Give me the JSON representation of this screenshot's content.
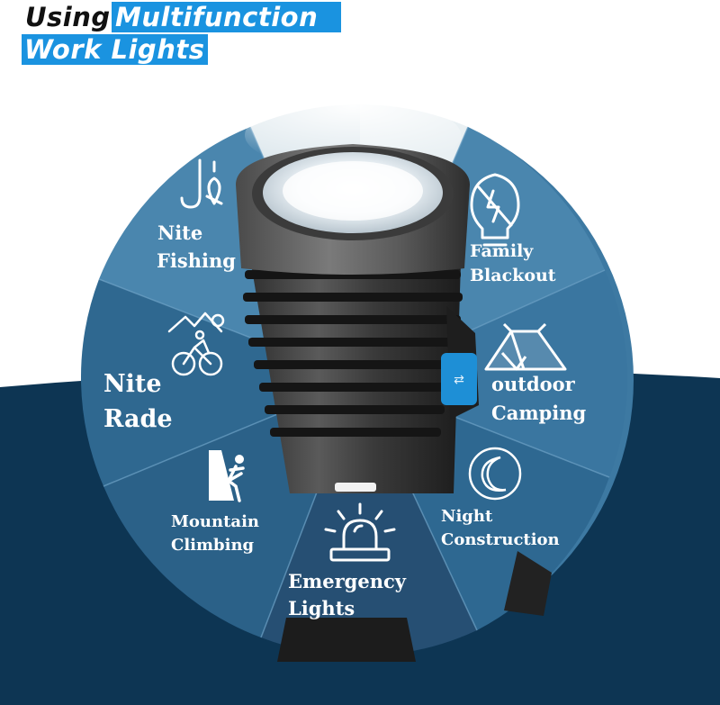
{
  "header": {
    "title_part1": "Using",
    "title_part2": "Multifunction",
    "title_line2": "Work Lights"
  },
  "uses": [
    {
      "line1": "Nite",
      "line2": "Fishing",
      "icon": "fishing-hook-fish-icon"
    },
    {
      "line1": "Family",
      "line2": "Blackout",
      "icon": "no-power-bulb-icon"
    },
    {
      "line1": "outdoor",
      "line2": "Camping",
      "icon": "tent-icon"
    },
    {
      "line1": "Night",
      "line2": "Construction",
      "icon": "moon-icon"
    },
    {
      "line1": "Emergency",
      "line2": "Lights",
      "icon": "siren-icon"
    },
    {
      "line1": "Mountain",
      "line2": "Climbing",
      "icon": "climber-icon"
    },
    {
      "line1": "Nite",
      "line2": "Rade",
      "icon": "cyclist-icon"
    }
  ],
  "colors": {
    "accent": "#1a93e0",
    "wheel_light": "#4a86ae",
    "wheel_dark": "#2d6690",
    "background_band": "#0d3553"
  }
}
